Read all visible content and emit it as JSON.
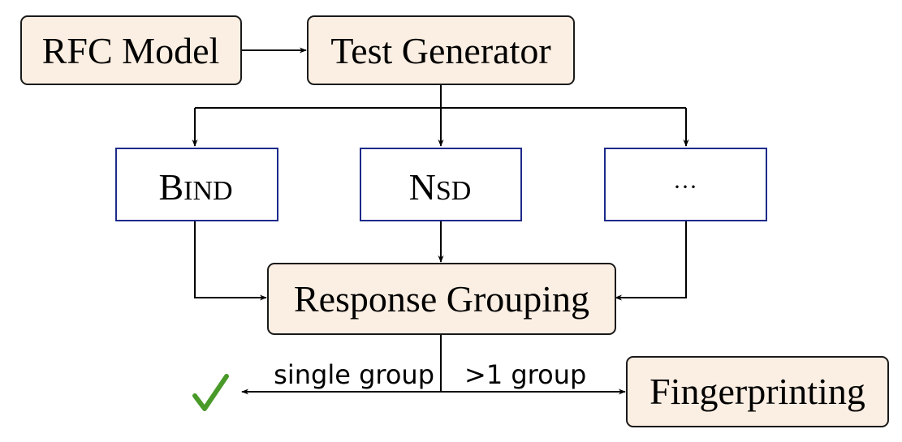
{
  "nodes": {
    "rfc_model": "RFC Model",
    "test_generator": "Test Generator",
    "response_grouping": "Response Grouping",
    "fingerprinting": "Fingerprinting"
  },
  "servers": {
    "bind": {
      "cap": "B",
      "rest": "IND"
    },
    "nsd": {
      "cap": "N",
      "rest": "SD"
    },
    "more": "···"
  },
  "edges": {
    "single_group": "single group",
    "multi_group": ">1 group"
  },
  "icons": {
    "success": "check-icon"
  },
  "colors": {
    "node_fill": "#fbeee2",
    "server_stroke": "#1d2a8a",
    "check": "#4a9a2a"
  }
}
